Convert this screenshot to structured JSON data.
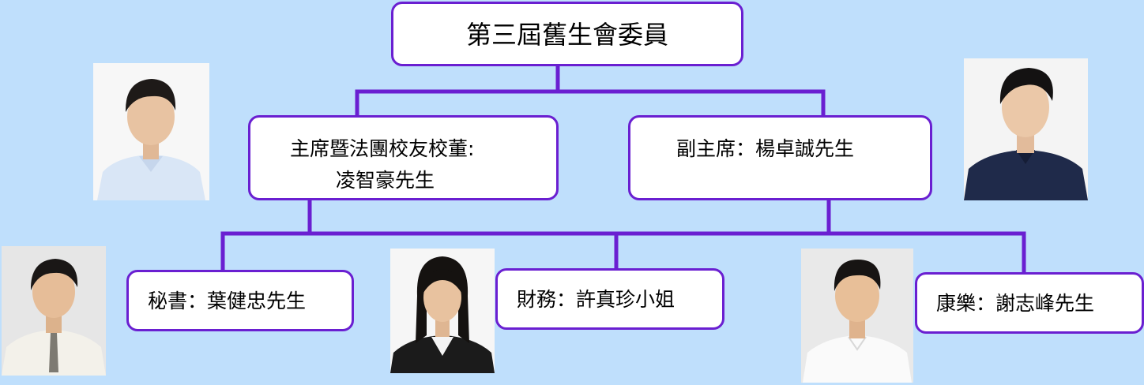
{
  "org_chart": {
    "title": "第三屆舊生會委員",
    "chair": {
      "line1": "主席暨法團校友校董:",
      "line2": "凌智豪先生"
    },
    "vice_chair": {
      "label": "副主席：楊卓誠先生"
    },
    "secretary": {
      "label": "秘書：葉健忠先生"
    },
    "treasurer": {
      "label": "財務：許真珍小姐"
    },
    "recreation": {
      "label": "康樂：謝志峰先生"
    }
  },
  "colors": {
    "background": "#bfdffc",
    "box_border": "#6a1fd1",
    "connector": "#6a1fd1",
    "box_fill": "#ffffff"
  },
  "icons": [
    "person-photo"
  ]
}
